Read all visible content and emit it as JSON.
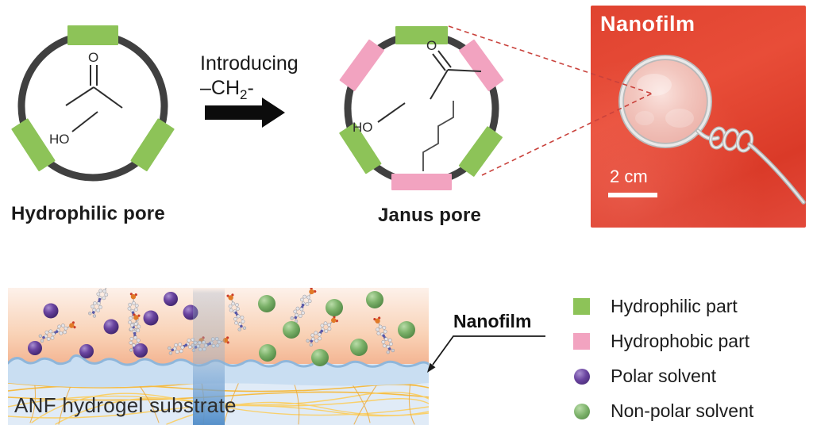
{
  "top": {
    "hydrophilic": {
      "label": "Hydrophilic pore",
      "chem": {
        "carbonyl_o": "O",
        "hydroxyl": "HO"
      }
    },
    "transition": {
      "line1": "Introducing",
      "group_prefix": "–CH",
      "group_sub": "2",
      "group_suffix": "-"
    },
    "janus": {
      "label": "Janus pore",
      "chem": {
        "carbonyl_o": "O",
        "hydroxyl": "HO"
      }
    }
  },
  "photo": {
    "title": "Nanofilm",
    "scale_bar": "2 cm"
  },
  "bottom": {
    "nanofilm_label": "Nanofilm",
    "substrate_label": "ANF hydrogel substrate"
  },
  "legend": {
    "items": [
      {
        "swatch": "hydrophilic-square",
        "label": "Hydrophilic part"
      },
      {
        "swatch": "hydrophobic-square",
        "label": "Hydrophobic part"
      },
      {
        "swatch": "polar-sphere",
        "label": "Polar solvent"
      },
      {
        "swatch": "nonpolar-sphere",
        "label": "Non-polar solvent"
      }
    ]
  },
  "colors": {
    "hydrophilic_green": "#8dc358",
    "hydrophobic_pink": "#f2a3c0",
    "pore_ring_gray": "#404040",
    "polar_purple": "#5e3d8f",
    "nonpolar_green": "#74ab62",
    "photo_background_red": "#e2402c",
    "callout_dash_red": "#c9423c",
    "film_blue": "#c9def2",
    "fiber_yellow": "#f5bb42"
  }
}
